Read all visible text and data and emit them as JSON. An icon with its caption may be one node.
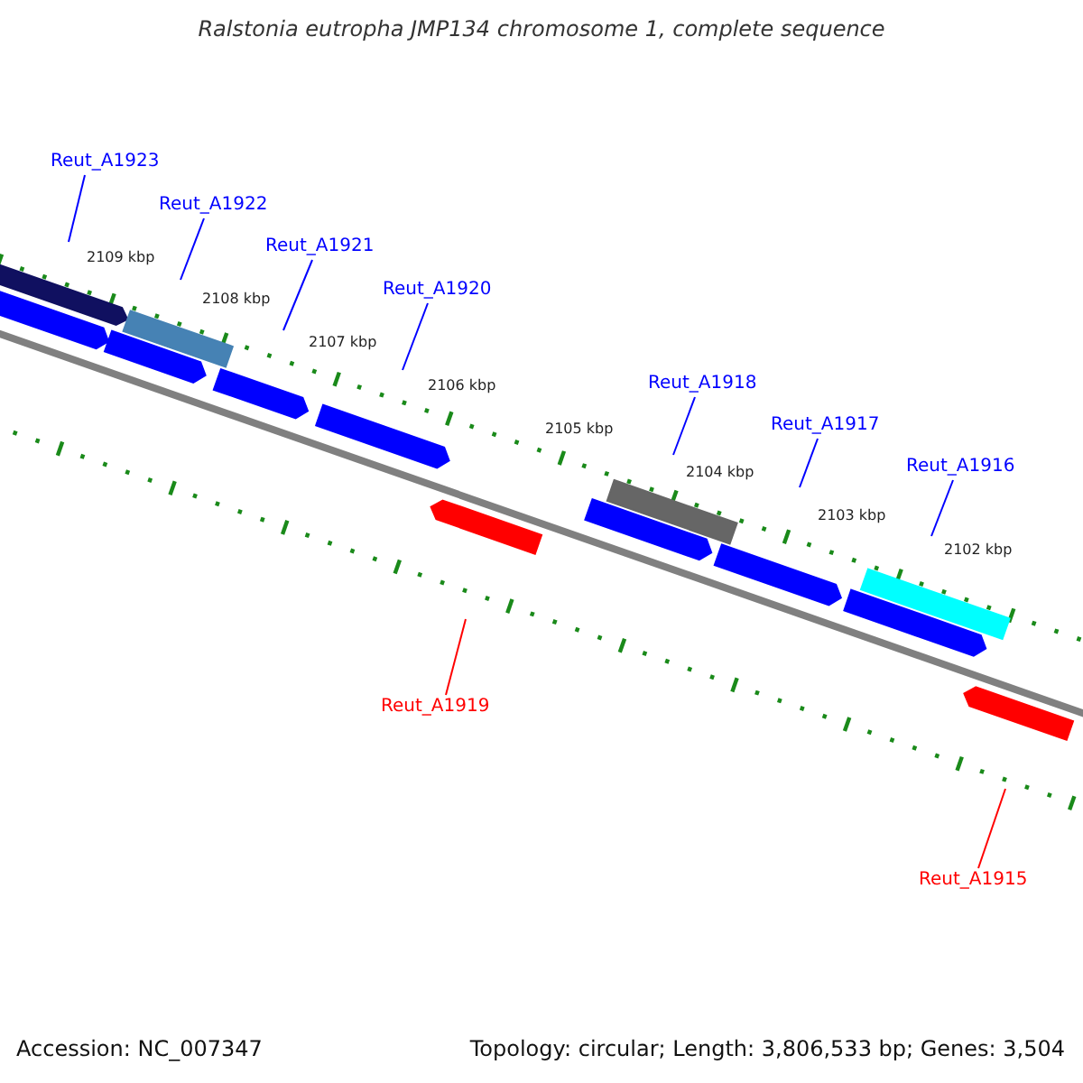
{
  "diagram": {
    "title": "Ralstonia eutropha JMP134 chromosome 1, complete sequence",
    "nodes": [
      {
        "text": [
          "Reut_A1923"
        ]
      },
      {
        "text": [
          "Reut_A1922"
        ]
      },
      {
        "text": [
          "Reut_A1921"
        ]
      },
      {
        "text": [
          "Reut_A1920"
        ]
      },
      {
        "text": [
          "Reut_A1918"
        ]
      },
      {
        "text": [
          "Reut_A1917"
        ]
      },
      {
        "text": [
          "Reut_A1916"
        ]
      },
      {
        "text": [
          "Reut_A1919"
        ]
      },
      {
        "text": [
          "Reut_A1915"
        ]
      }
    ],
    "edges": [
      {
        "from": 0,
        "to": null,
        "arrow": "none"
      },
      {
        "from": 1,
        "to": null,
        "arrow": "none"
      },
      {
        "from": 2,
        "to": null,
        "arrow": "none"
      },
      {
        "from": 3,
        "to": null,
        "arrow": "none"
      },
      {
        "from": 4,
        "to": null,
        "arrow": "none"
      },
      {
        "from": 5,
        "to": null,
        "arrow": "none"
      },
      {
        "from": 6,
        "to": null,
        "arrow": "none"
      },
      {
        "from": 7,
        "to": null,
        "arrow": "none",
        "color": "#ff0000"
      },
      {
        "from": 8,
        "to": null,
        "arrow": "none",
        "color": "#ff0000"
      }
    ],
    "labels": [
      "2109 kbp",
      "2108 kbp",
      "2107 kbp",
      "2106 kbp",
      "2105 kbp",
      "2104 kbp",
      "2103 kbp",
      "2102 kbp",
      "Accession: NC_007347",
      "Topology: circular; Length: 3,806,533 bp; Genes: 3,504"
    ]
  }
}
